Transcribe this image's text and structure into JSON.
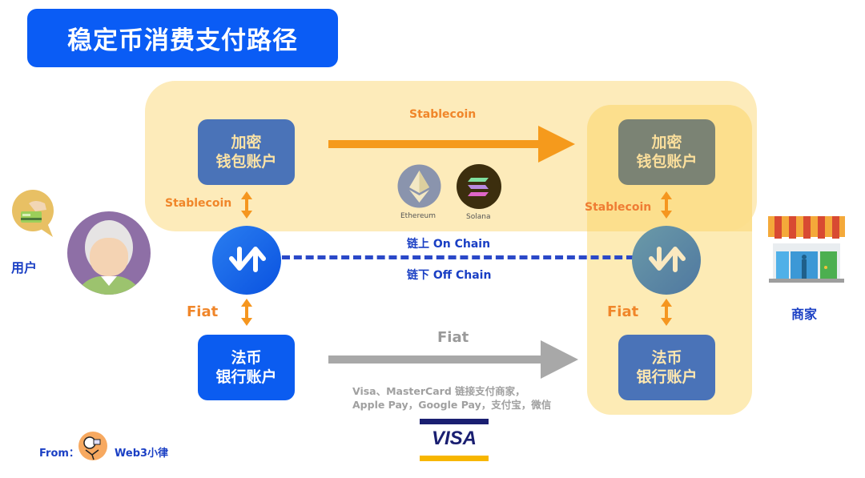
{
  "title": "稳定币消费支付路径",
  "user": {
    "label": "用户",
    "wallet_line1": "加密",
    "wallet_line2": "钱包账户",
    "bank_line1": "法币",
    "bank_line2": "银行账户",
    "stablecoin_label": "Stablecoin",
    "fiat_label": "Fiat"
  },
  "merchant": {
    "label": "商家",
    "wallet_line1": "加密",
    "wallet_line2": "钱包账户",
    "bank_line1": "法币",
    "bank_line2": "银行账户",
    "stablecoin_label": "Stablecoin",
    "fiat_label": "Fiat"
  },
  "flows": {
    "stablecoin_label": "Stablecoin",
    "fiat_label": "Fiat",
    "on_chain": "链上 On Chain",
    "off_chain": "链下 Off Chain",
    "payment_methods_line1": "Visa、MasterCard 链接支付商家，",
    "payment_methods_line2": "Apple Pay，Google Pay，支付宝，微信"
  },
  "chains": [
    {
      "name": "Ethereum",
      "icon": "ethereum-icon"
    },
    {
      "name": "Solana",
      "icon": "solana-icon"
    }
  ],
  "visa_logo_text": "VISA",
  "footer": {
    "from_label": "From：",
    "author": "Web3小律"
  },
  "colors": {
    "title_bg": "#0a5cf5",
    "chain_zone": "#fde9b3",
    "stablecoin_arrow": "#f59a1c",
    "fiat_arrow": "#a8a8a8",
    "label_blue": "#1a3fc4",
    "label_orange": "#f0862a"
  }
}
